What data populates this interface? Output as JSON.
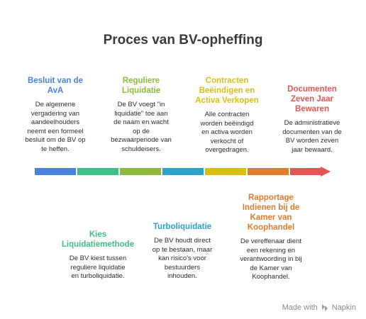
{
  "title": "Proces van BV-opheffing",
  "steps": [
    {
      "heading_lines": [
        "Besluit van de",
        "AvA"
      ],
      "desc_lines": [
        "De algemene",
        "vergadering van",
        "aandeelhouders",
        "neemt een formeel",
        "besluit om de BV op",
        "te heffen."
      ],
      "color": "#4a80e0"
    },
    {
      "heading_lines": [
        "Kies",
        "Liquidatiemethode"
      ],
      "desc_lines": [
        "De BV kiest tussen",
        "reguliere liquidatie",
        "en turboliquidatie."
      ],
      "color": "#3ebf84"
    },
    {
      "heading_lines": [
        "Reguliere",
        "Liquidatie"
      ],
      "desc_lines": [
        "De BV voegt \"in",
        "liquidatie\" toe aan",
        "de naam en wacht",
        "op de",
        "bezwaarperiode van",
        "schuldeisers."
      ],
      "color": "#8dba3a"
    },
    {
      "heading_lines": [
        "Turboliquidatie"
      ],
      "desc_lines": [
        "De BV houdt direct",
        "op te bestaan, maar",
        "kan risico's voor",
        "bestuurders",
        "inhouden."
      ],
      "color": "#2aa2c9"
    },
    {
      "heading_lines": [
        "Contracten",
        "Beëindigen en",
        "Activa Verkopen"
      ],
      "desc_lines": [
        "Alle contracten",
        "worden beëindigd",
        "en activa worden",
        "verkocht of",
        "overgedragen."
      ],
      "color": "#d8be12"
    },
    {
      "heading_lines": [
        "Rapportage",
        "Indienen bij de",
        "Kamer van",
        "Koophandel"
      ],
      "desc_lines": [
        "De vereffenaar dient",
        "een rekening en",
        "verantwoording in bij",
        "de Kamer van",
        "Koophandel."
      ],
      "color": "#e27b2a"
    },
    {
      "heading_lines": [
        "Documenten",
        "Zeven Jaar",
        "Bewaren"
      ],
      "desc_lines": [
        "De administratieve",
        "documenten van de",
        "BV worden zeven",
        "jaar bewaard."
      ],
      "color": "#e65553"
    }
  ],
  "timeline_colors": [
    "#4a80e0",
    "#3ebf84",
    "#8dba3a",
    "#2aa2c9",
    "#d8be12",
    "#e27b2a",
    "#e65553"
  ],
  "brand": {
    "made_with": "Made with",
    "name": "Napkin",
    "icon": "napkin-logo-icon"
  }
}
